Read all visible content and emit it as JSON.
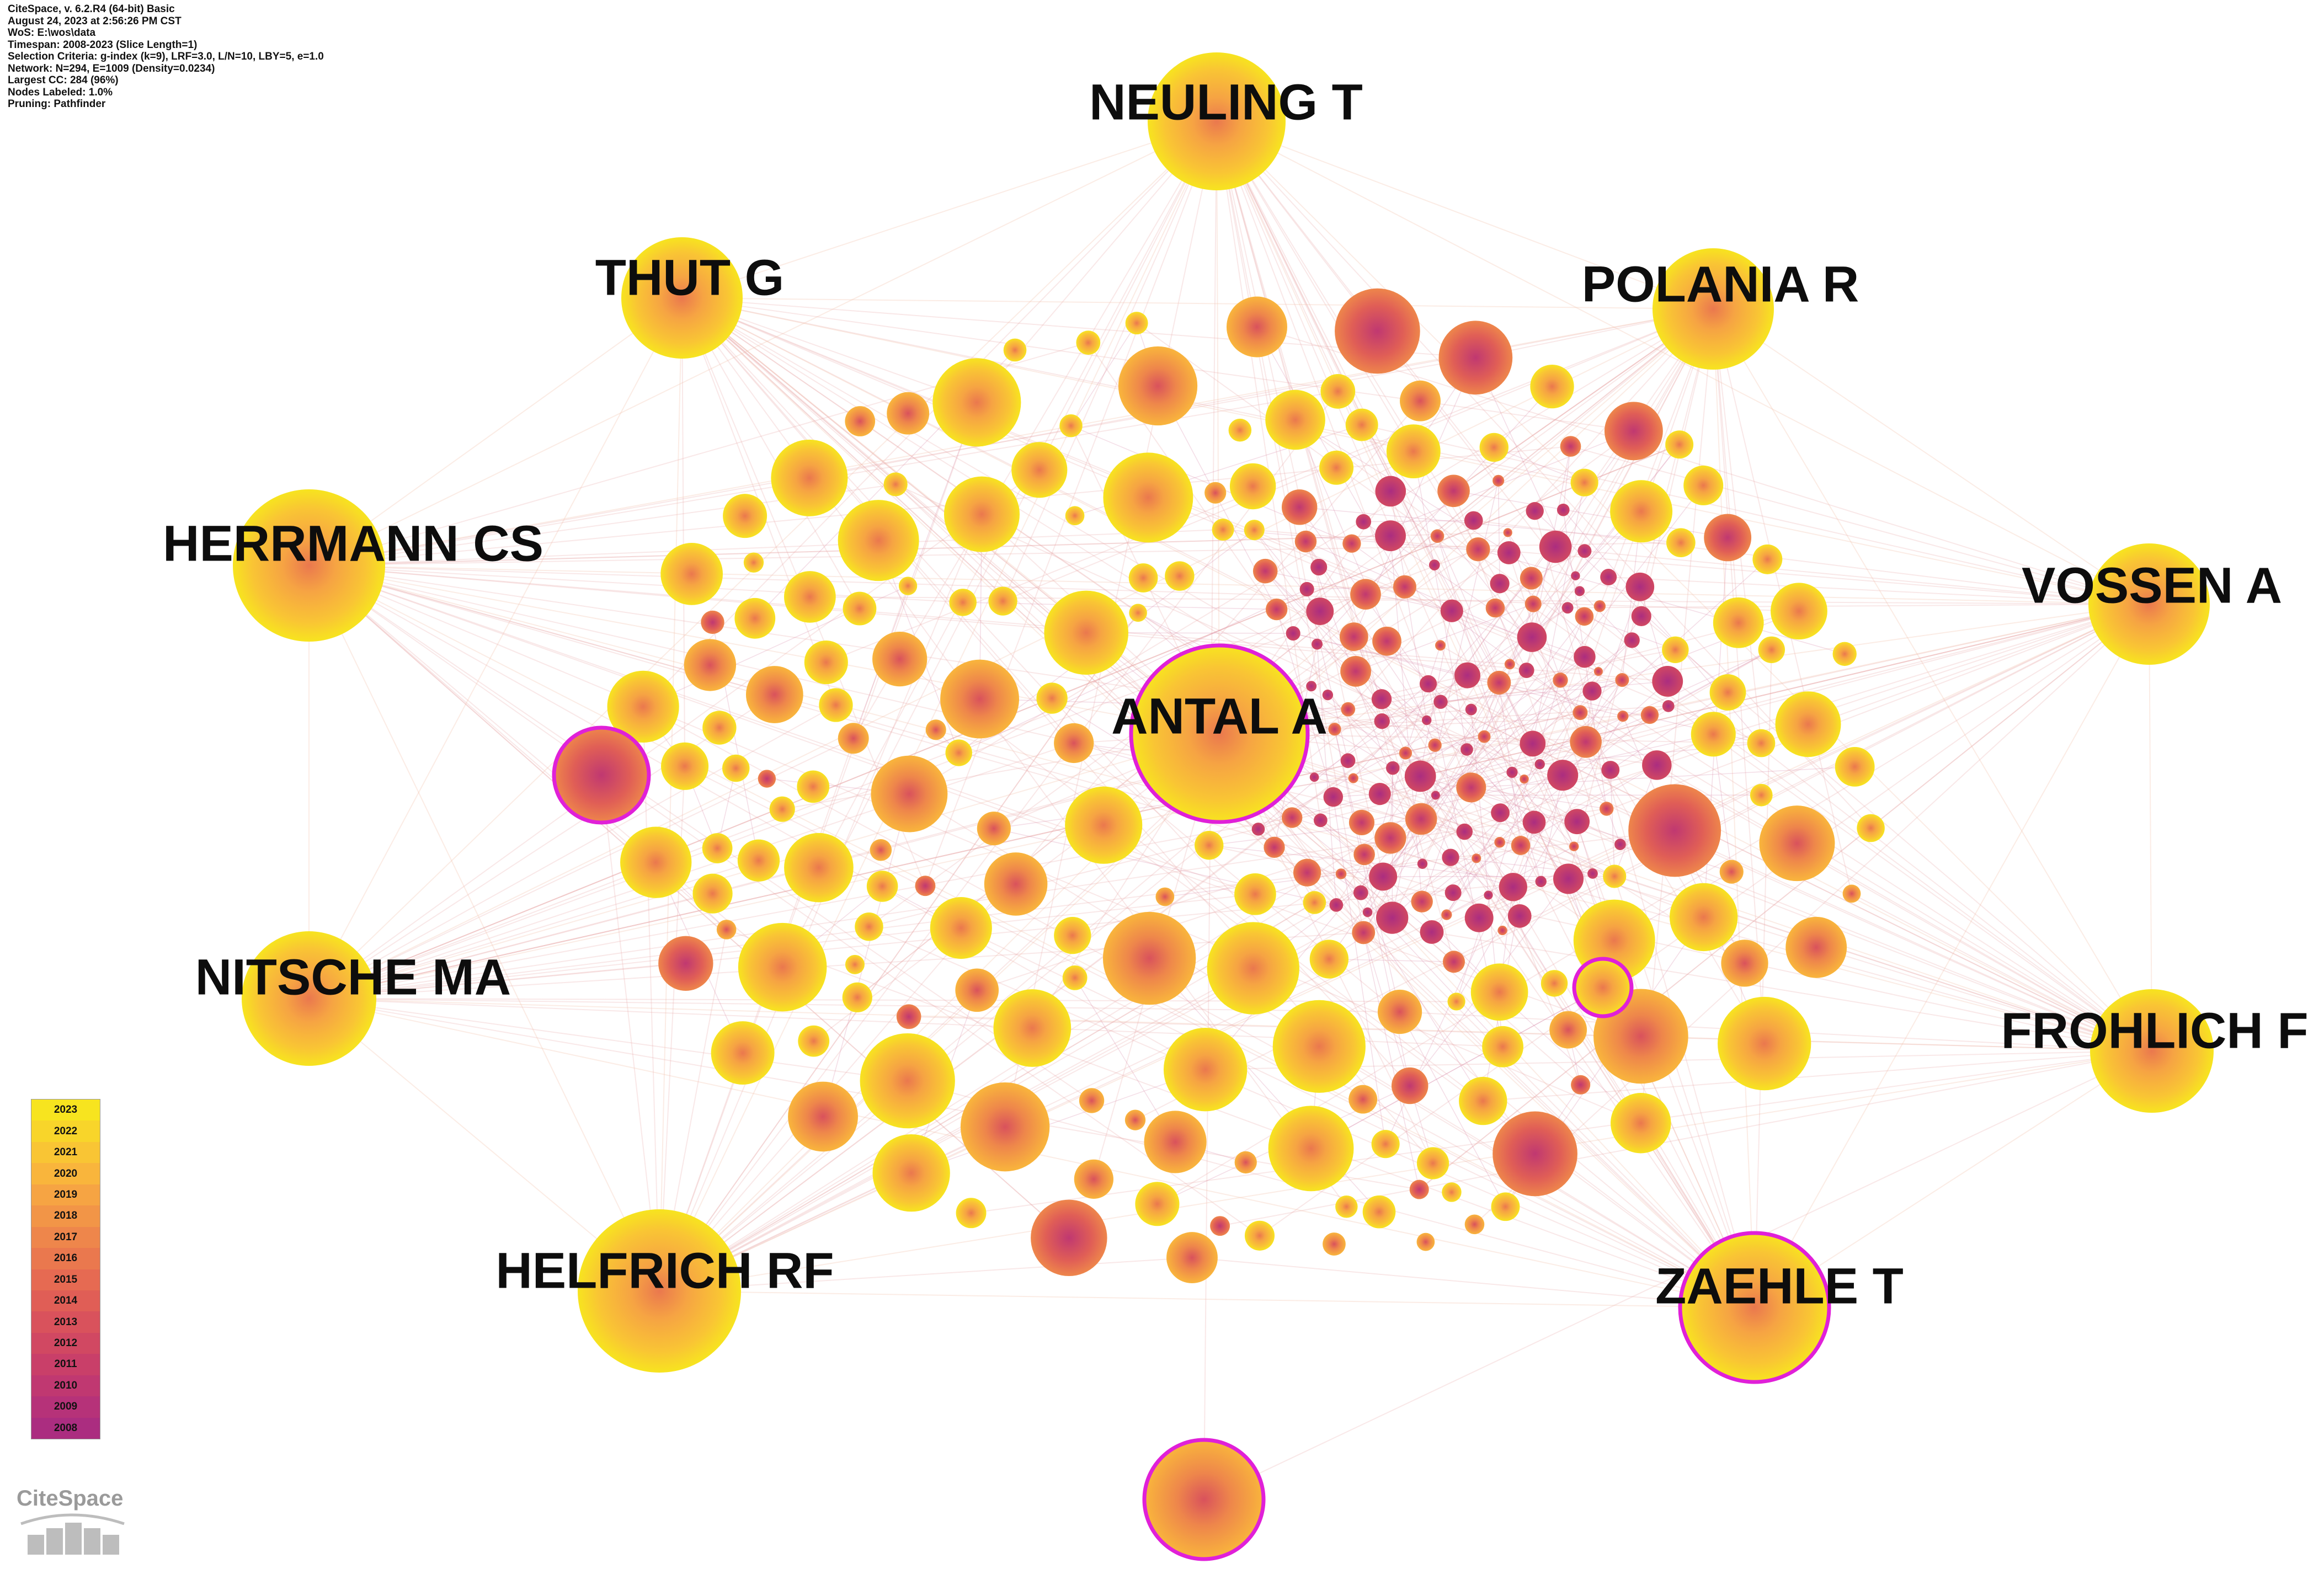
{
  "info_lines": [
    "CiteSpace, v. 6.2.R4 (64-bit) Basic",
    "August 24, 2023 at 2:56:26 PM CST",
    "WoS: E:\\wos\\data",
    "Timespan: 2008-2023 (Slice Length=1)",
    "Selection Criteria: g-index (k=9), LRF=3.0, L/N=10, LBY=5, e=1.0",
    "Network: N=294, E=1009 (Density=0.0234)",
    "Largest CC: 284 (96%)",
    "Nodes Labeled: 1.0%",
    "Pruning: Pathfinder"
  ],
  "legend_years": [
    "2023",
    "2022",
    "2021",
    "2020",
    "2019",
    "2018",
    "2017",
    "2016",
    "2015",
    "2014",
    "2013",
    "2012",
    "2011",
    "2010",
    "2009",
    "2008"
  ],
  "legend_colors": [
    "#f7e41f",
    "#f8d52a",
    "#f9c534",
    "#f9b53c",
    "#f6a443",
    "#f29547",
    "#ee864b",
    "#ea784e",
    "#e66a52",
    "#e05e56",
    "#d9525c",
    "#d14862",
    "#c93f69",
    "#c03871",
    "#b63279",
    "#ab2d80"
  ],
  "node_labels": [
    {
      "id": "antal",
      "text": "ANTAL A"
    },
    {
      "id": "neuling",
      "text": "NEULING T"
    },
    {
      "id": "thut",
      "text": "THUT G"
    },
    {
      "id": "polania",
      "text": "POLANIA R"
    },
    {
      "id": "herrmann",
      "text": "HERRMANN CS"
    },
    {
      "id": "vossen",
      "text": "VOSSEN A"
    },
    {
      "id": "nitsche",
      "text": "NITSCHE MA"
    },
    {
      "id": "frohlich",
      "text": "FROHLICH F"
    },
    {
      "id": "helfrich",
      "text": "HELFRICH RF"
    },
    {
      "id": "zaehle",
      "text": "ZAEHLE T"
    }
  ],
  "logo_text": "CiteSpace"
}
